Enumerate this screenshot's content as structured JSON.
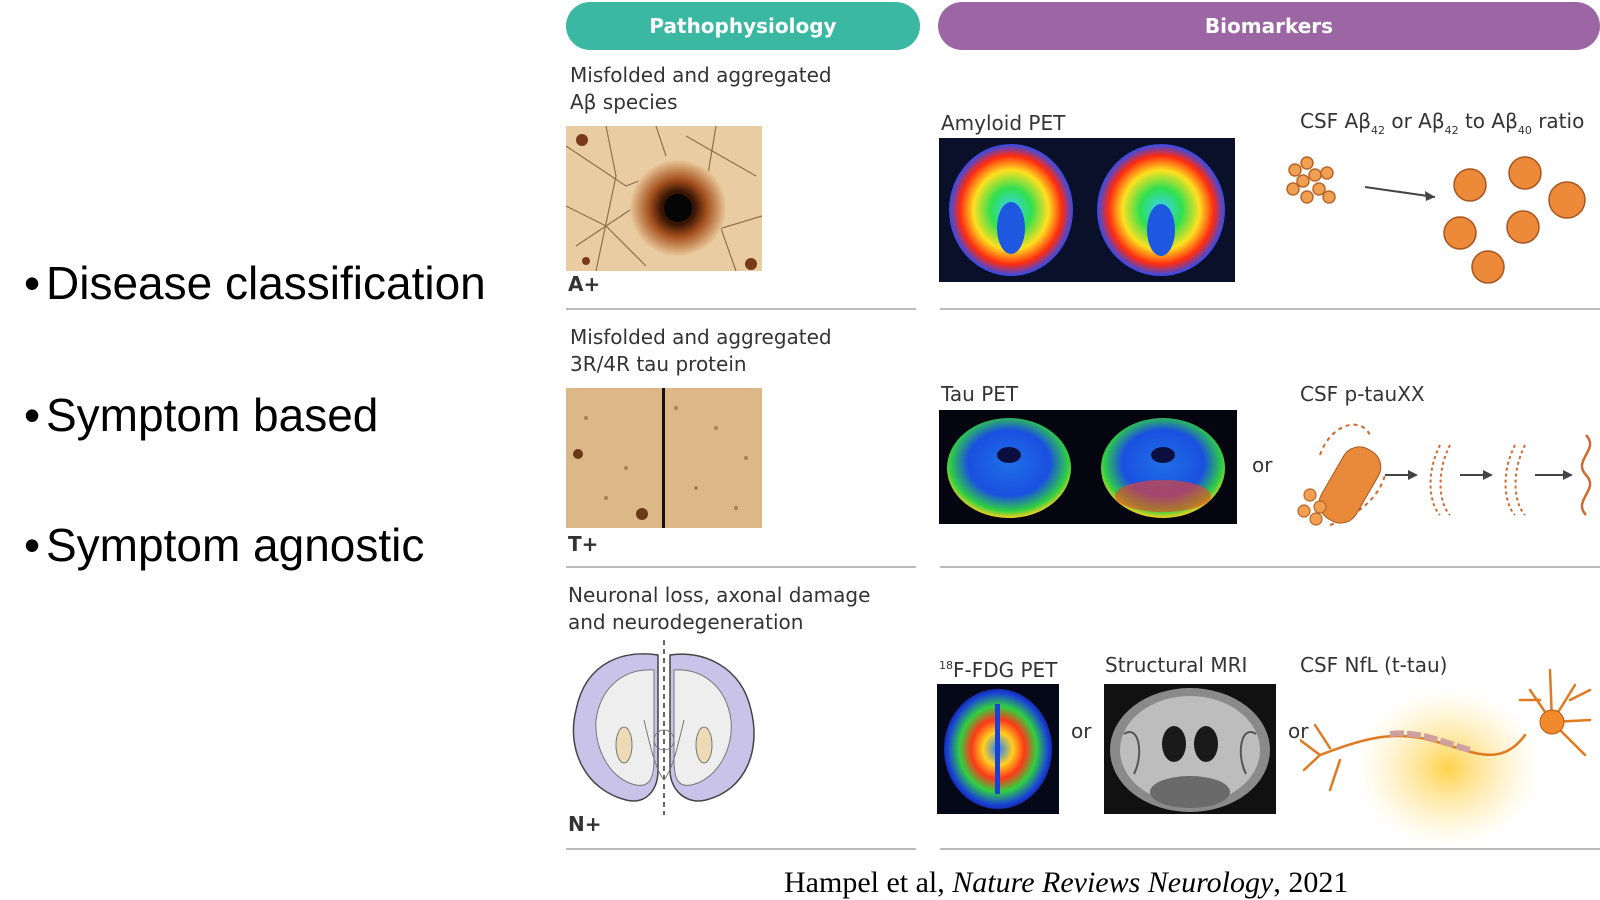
{
  "bullets": [
    "Disease classification",
    "Symptom based",
    "Symptom agnostic"
  ],
  "headers": {
    "pathophysiology": "Pathophysiology",
    "biomarkers": "Biomarkers"
  },
  "rows": [
    {
      "patho_line1": "Misfolded and aggregated",
      "patho_line2": "Aβ species",
      "tag": "A+",
      "pet_label": "Amyloid PET",
      "csf": {
        "pre": "CSF Aβ",
        "sub1": "42",
        "mid": " or Aβ",
        "sub2": "42",
        "to": " to Aβ",
        "sub3": "40",
        "post": " ratio"
      }
    },
    {
      "patho_line1": "Misfolded and aggregated",
      "patho_line2": "3R/4R tau protein",
      "tag": "T+",
      "pet_label": "Tau PET",
      "or": "or",
      "csf_label": "CSF p-tauXX"
    },
    {
      "patho_line1": "Neuronal loss, axonal damage",
      "patho_line2": "and neurodegeneration",
      "tag": "N+",
      "fdg_sup": "18",
      "fdg_label": "F-FDG PET",
      "or1": "or",
      "mri_label": "Structural MRI",
      "or2": "or",
      "csf_label": "CSF NfL (t-tau)"
    }
  ],
  "caption": {
    "authors": "Hampel et al, ",
    "journal": "Nature Reviews Neurology",
    "year": ", 2021"
  },
  "colors": {
    "patho_header": "#3bb8a2",
    "bio_header": "#9c66a4",
    "rule": "#bbbbbb",
    "protein": "#e88a3a"
  }
}
